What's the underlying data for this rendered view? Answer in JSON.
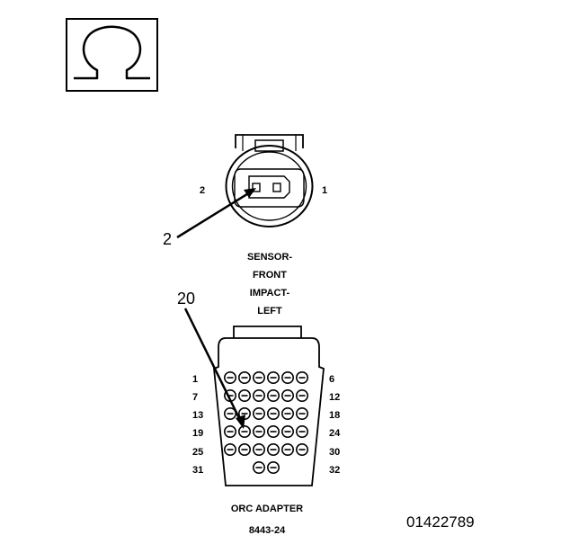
{
  "symbol": {
    "name": "ohm-meter-icon"
  },
  "sensor": {
    "label_lines": [
      "SENSOR-",
      "FRONT",
      "IMPACT-",
      "LEFT"
    ],
    "pin_left": "2",
    "pin_right": "1",
    "callout": "2"
  },
  "adapter": {
    "callout": "20",
    "row_left": [
      "1",
      "7",
      "13",
      "19",
      "25",
      "31"
    ],
    "row_right": [
      "6",
      "12",
      "18",
      "24",
      "30",
      "32"
    ],
    "name": "ORC ADAPTER",
    "part_number": "8443-24"
  },
  "figure_id": "01422789"
}
